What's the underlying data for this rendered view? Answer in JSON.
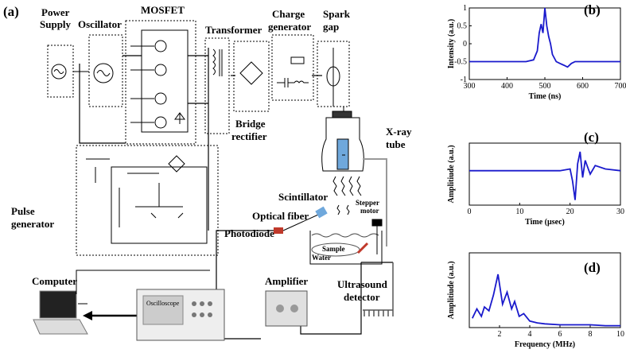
{
  "diagram": {
    "panel_a": "(a)",
    "power_supply": [
      "Power",
      "Supply"
    ],
    "oscillator": "Oscillator",
    "mosfet": "MOSFET",
    "transformer": "Transformer",
    "charge_generator": [
      "Charge",
      "generator"
    ],
    "spark_gap": [
      "Spark",
      "gap"
    ],
    "bridge_rectifier": [
      "Bridge",
      "rectifier"
    ],
    "xray_tube": [
      "X-ray",
      "tube"
    ],
    "scintillator": "Scintillator",
    "stepper_motor": [
      "Stepper",
      "motor"
    ],
    "optical_fiber": "Optical fiber",
    "photodiode": "Photodiode",
    "pulse_generator": [
      "Pulse",
      "generator"
    ],
    "sample": "Sample",
    "water": "Water",
    "computer": "Computer",
    "oscilloscope": "Oscilloscope",
    "amplifier": "Amplifier",
    "ultrasound_detector": [
      "Ultrasound",
      "detector"
    ]
  },
  "chart_data": [
    {
      "panel": "(b)",
      "type": "line",
      "xlabel": "Time (ns)",
      "ylabel": "Intensity (a.u.)",
      "xlim": [
        300,
        700
      ],
      "ylim": [
        -1,
        1
      ],
      "xticks": [
        "300",
        "400",
        "500",
        "600",
        "700"
      ],
      "yticks": [
        "-1",
        "-0.5",
        "0",
        "0.5",
        "1"
      ],
      "x": [
        300,
        350,
        400,
        450,
        470,
        480,
        485,
        490,
        495,
        500,
        505,
        510,
        515,
        520,
        530,
        540,
        550,
        560,
        570,
        580,
        600,
        650,
        700
      ],
      "y": [
        -0.5,
        -0.5,
        -0.5,
        -0.5,
        -0.45,
        -0.2,
        0.3,
        0.55,
        0.3,
        1.0,
        0.5,
        0.2,
        0.0,
        -0.3,
        -0.5,
        -0.55,
        -0.6,
        -0.65,
        -0.55,
        -0.5,
        -0.5,
        -0.5,
        -0.5
      ]
    },
    {
      "panel": "(c)",
      "type": "line",
      "xlabel": "Time (µsec)",
      "ylabel": "Amplitiude (a.u.)",
      "xlim": [
        0,
        30
      ],
      "ylim": [
        -1,
        0.8
      ],
      "xticks": [
        "0",
        "10",
        "20",
        "30"
      ],
      "x": [
        0,
        5,
        10,
        15,
        18,
        20,
        20.5,
        21,
        21.5,
        22,
        22.5,
        23,
        24,
        25,
        27,
        30
      ],
      "y": [
        0.0,
        0.0,
        0.0,
        0.0,
        0.0,
        0.05,
        -0.3,
        -0.85,
        0.2,
        0.55,
        -0.2,
        0.3,
        -0.1,
        0.15,
        0.05,
        0.0
      ]
    },
    {
      "panel": "(d)",
      "type": "line",
      "xlabel": "Frequency (MHz)",
      "ylabel": "Amplitiude (a.u.)",
      "xlim": [
        0,
        10
      ],
      "ylim": [
        0,
        0.8
      ],
      "xticks": [
        "2",
        "4",
        "6",
        "8",
        "10"
      ],
      "x": [
        0.2,
        0.5,
        0.8,
        1.0,
        1.3,
        1.6,
        1.9,
        2.2,
        2.5,
        2.8,
        3.0,
        3.3,
        3.6,
        4.0,
        4.5,
        5.0,
        6.0,
        7.0,
        8.0,
        9.0,
        10.0
      ],
      "y": [
        0.1,
        0.2,
        0.12,
        0.22,
        0.18,
        0.35,
        0.57,
        0.25,
        0.38,
        0.2,
        0.28,
        0.12,
        0.15,
        0.07,
        0.05,
        0.04,
        0.03,
        0.03,
        0.03,
        0.02,
        0.02
      ]
    }
  ]
}
